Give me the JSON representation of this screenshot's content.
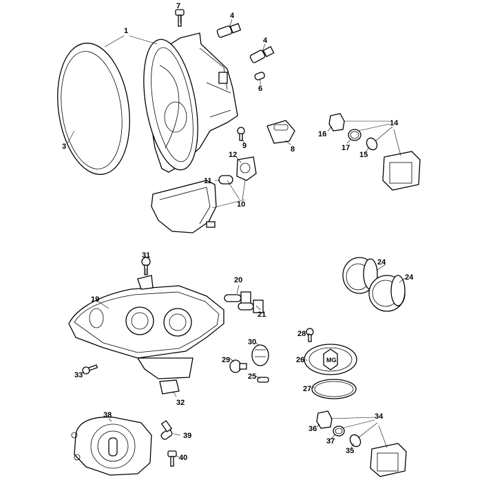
{
  "callouts": [
    {
      "id": "c1",
      "text": "1"
    },
    {
      "id": "c3",
      "text": "3"
    },
    {
      "id": "c4a",
      "text": "4"
    },
    {
      "id": "c4b",
      "text": "4"
    },
    {
      "id": "c6",
      "text": "6"
    },
    {
      "id": "c7",
      "text": "7"
    },
    {
      "id": "c8",
      "text": "8"
    },
    {
      "id": "c9",
      "text": "9"
    },
    {
      "id": "c10",
      "text": "10"
    },
    {
      "id": "c11",
      "text": "11"
    },
    {
      "id": "c12",
      "text": "12"
    },
    {
      "id": "c14",
      "text": "14"
    },
    {
      "id": "c15",
      "text": "15"
    },
    {
      "id": "c16",
      "text": "16"
    },
    {
      "id": "c17",
      "text": "17"
    },
    {
      "id": "c19",
      "text": "19"
    },
    {
      "id": "c20",
      "text": "20"
    },
    {
      "id": "c21",
      "text": "21"
    },
    {
      "id": "c24a",
      "text": "24"
    },
    {
      "id": "c24b",
      "text": "24"
    },
    {
      "id": "c25",
      "text": "25"
    },
    {
      "id": "c26",
      "text": "26"
    },
    {
      "id": "c27",
      "text": "27"
    },
    {
      "id": "c28",
      "text": "28"
    },
    {
      "id": "c29",
      "text": "29"
    },
    {
      "id": "c30",
      "text": "30"
    },
    {
      "id": "c31",
      "text": "31"
    },
    {
      "id": "c32",
      "text": "32"
    },
    {
      "id": "c33",
      "text": "33"
    },
    {
      "id": "c34",
      "text": "34"
    },
    {
      "id": "c35",
      "text": "35"
    },
    {
      "id": "c36",
      "text": "36"
    },
    {
      "id": "c37",
      "text": "37"
    },
    {
      "id": "c38",
      "text": "38"
    },
    {
      "id": "c39",
      "text": "39"
    },
    {
      "id": "c40",
      "text": "40"
    }
  ],
  "badge": {
    "text": "MG"
  }
}
